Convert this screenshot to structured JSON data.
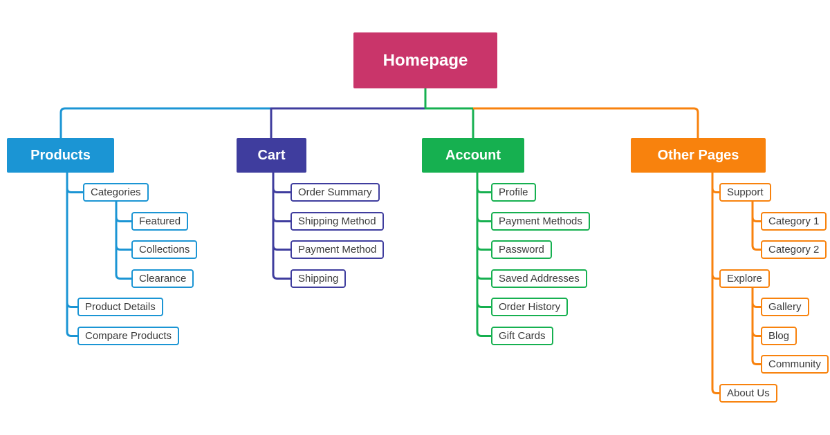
{
  "diagram": {
    "type": "sitemap",
    "root": {
      "label": "Homepage",
      "color": "#c9356a"
    },
    "branches": [
      {
        "label": "Products",
        "color": "#1b95d4",
        "children": [
          {
            "label": "Categories",
            "children": [
              {
                "label": "Featured"
              },
              {
                "label": "Collections"
              },
              {
                "label": "Clearance"
              }
            ]
          },
          {
            "label": "Product Details"
          },
          {
            "label": "Compare Products"
          }
        ]
      },
      {
        "label": "Cart",
        "color": "#3f3d9e",
        "children": [
          {
            "label": "Order Summary"
          },
          {
            "label": "Shipping Method"
          },
          {
            "label": "Payment Method"
          },
          {
            "label": "Shipping"
          }
        ]
      },
      {
        "label": "Account",
        "color": "#16b050",
        "children": [
          {
            "label": "Profile"
          },
          {
            "label": "Payment Methods"
          },
          {
            "label": "Password"
          },
          {
            "label": "Saved Addresses"
          },
          {
            "label": "Order History"
          },
          {
            "label": "Gift Cards"
          }
        ]
      },
      {
        "label": "Other Pages",
        "color": "#f8820d",
        "children": [
          {
            "label": "Support",
            "children": [
              {
                "label": "Category 1"
              },
              {
                "label": "Category 2"
              }
            ]
          },
          {
            "label": "Explore",
            "children": [
              {
                "label": "Gallery"
              },
              {
                "label": "Blog"
              },
              {
                "label": "Community"
              }
            ]
          },
          {
            "label": "About Us"
          }
        ]
      }
    ]
  }
}
